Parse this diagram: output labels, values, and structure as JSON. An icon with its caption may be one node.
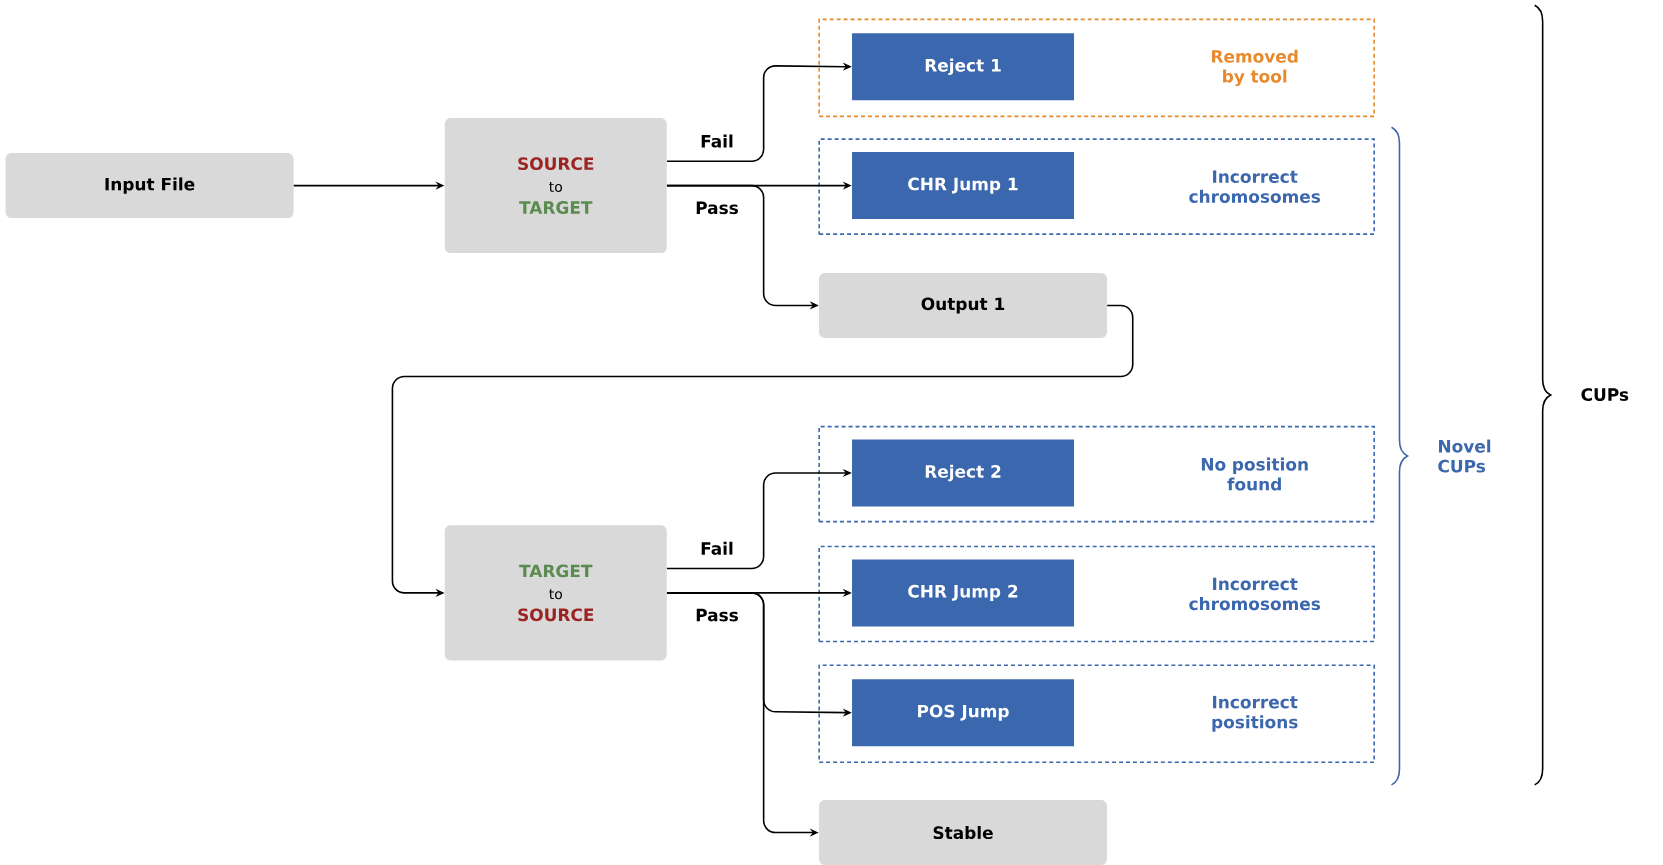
{
  "diagram": {
    "nodes": [
      {
        "text": [
          "Input File"
        ]
      },
      {
        "text": [
          "SOURCE",
          "to",
          "TARGET"
        ]
      },
      {
        "text": [
          "Removed by tool"
        ]
      },
      {
        "text": [
          "Reject 1"
        ],
        "in": 2
      },
      {
        "text": [
          "Incorrect chromosomes"
        ]
      },
      {
        "text": [
          "CHR Jump 1"
        ],
        "in": 4
      },
      {
        "text": [
          "Output 1"
        ]
      },
      {
        "text": [
          "TARGET",
          "to",
          "SOURCE"
        ]
      },
      {
        "text": [
          "No position found"
        ]
      },
      {
        "text": [
          "Reject 2"
        ],
        "in": 8
      },
      {
        "text": [
          "Incorrect chromosomes"
        ]
      },
      {
        "text": [
          "CHR Jump 2"
        ],
        "in": 10
      },
      {
        "text": [
          "Incorrect positions"
        ]
      },
      {
        "text": [
          "POS Jump"
        ],
        "in": 12
      },
      {
        "text": [
          "Stable"
        ]
      }
    ],
    "edges": [
      {
        "from": 0,
        "to": 1,
        "arrow": "to"
      },
      {
        "from": 1,
        "to": 3,
        "arrow": "to",
        "label": "Fail"
      },
      {
        "from": 1,
        "to": 5,
        "arrow": "to",
        "label": "Pass"
      },
      {
        "from": 1,
        "to": 6,
        "arrow": "to"
      },
      {
        "from": 6,
        "to": 7,
        "arrow": "to"
      },
      {
        "from": 7,
        "to": 9,
        "arrow": "to",
        "label": "Fail"
      },
      {
        "from": 7,
        "to": 11,
        "arrow": "to",
        "label": "Pass"
      },
      {
        "from": 7,
        "to": 13,
        "arrow": "to"
      },
      {
        "from": 7,
        "to": 14,
        "arrow": "to"
      }
    ],
    "labels": [
      "Novel CUPs",
      "CUPs"
    ]
  }
}
